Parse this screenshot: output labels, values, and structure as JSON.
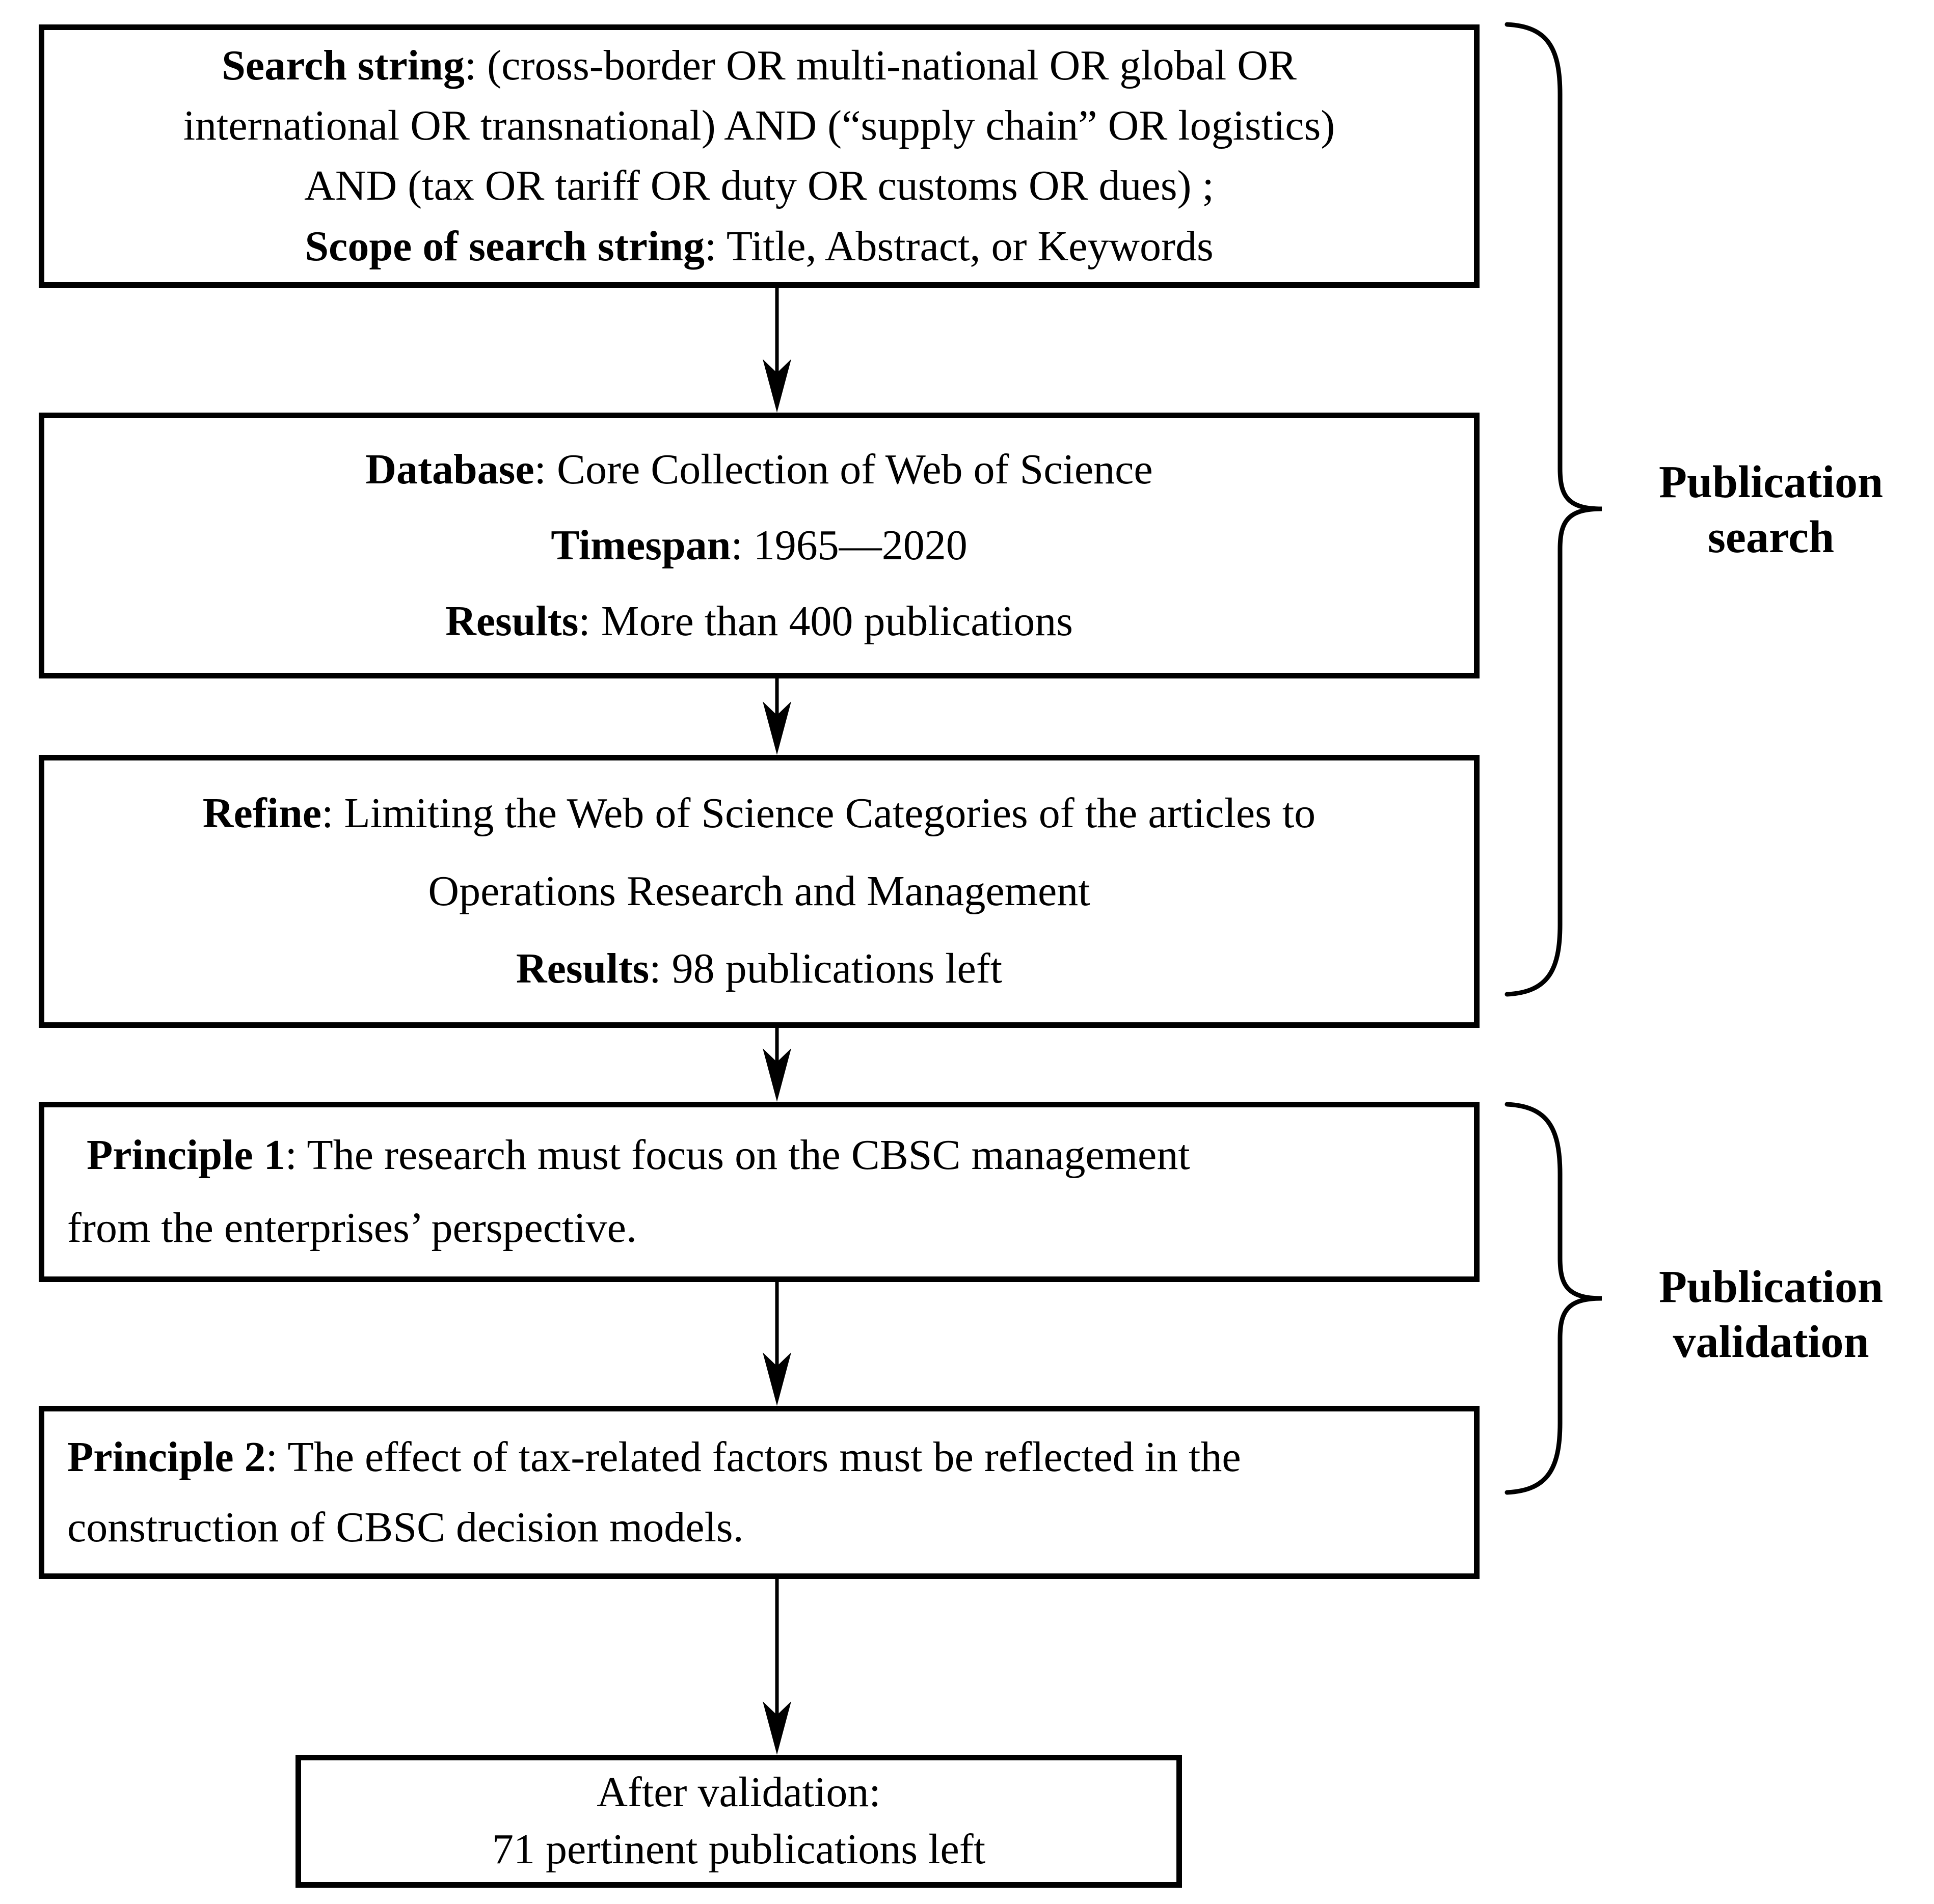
{
  "boxes": [
    {
      "name": "search-string-box",
      "lines": [
        {
          "bold": "Search string",
          "rest": ": (cross-border OR multi-national OR global OR"
        },
        {
          "bold": "",
          "rest": "international OR transnational) AND (“supply chain” OR logistics)"
        },
        {
          "bold": "",
          "rest": "AND (tax OR tariff OR duty OR customs OR dues) ;"
        },
        {
          "bold": "Scope of search string",
          "rest": ": Title, Abstract, or Keywords"
        }
      ]
    },
    {
      "name": "database-box",
      "lines": [
        {
          "bold": "Database",
          "rest": ": Core Collection of Web of Science"
        },
        {
          "bold": "Timespan",
          "rest": ": 1965—2020"
        },
        {
          "bold": "Results",
          "rest": ": More than 400 publications"
        }
      ]
    },
    {
      "name": "refine-box",
      "lines": [
        {
          "bold": "Refine",
          "rest": ": Limiting the Web of Science Categories of the articles to"
        },
        {
          "bold": "",
          "rest": "Operations Research and Management"
        },
        {
          "bold": "Results",
          "rest": ": 98 publications left"
        }
      ]
    },
    {
      "name": "principle-1-box",
      "lines": [
        {
          "bold": "Principle 1",
          "rest": ": The research must focus on the CBSC management"
        },
        {
          "bold": "",
          "rest": "from the enterprises’ perspective."
        }
      ]
    },
    {
      "name": "principle-2-box",
      "lines": [
        {
          "bold": "Principle 2",
          "rest": ": The effect of tax-related factors must be reflected in the"
        },
        {
          "bold": "",
          "rest": "construction of CBSC decision models."
        }
      ]
    },
    {
      "name": "after-validation-box",
      "lines": [
        {
          "bold": "",
          "rest": "After validation:"
        },
        {
          "bold": "",
          "rest": "71 pertinent publications left"
        }
      ]
    }
  ],
  "brace_labels": [
    {
      "lines": [
        "Publication",
        "search"
      ]
    },
    {
      "lines": [
        "Publication",
        "validation"
      ]
    }
  ]
}
